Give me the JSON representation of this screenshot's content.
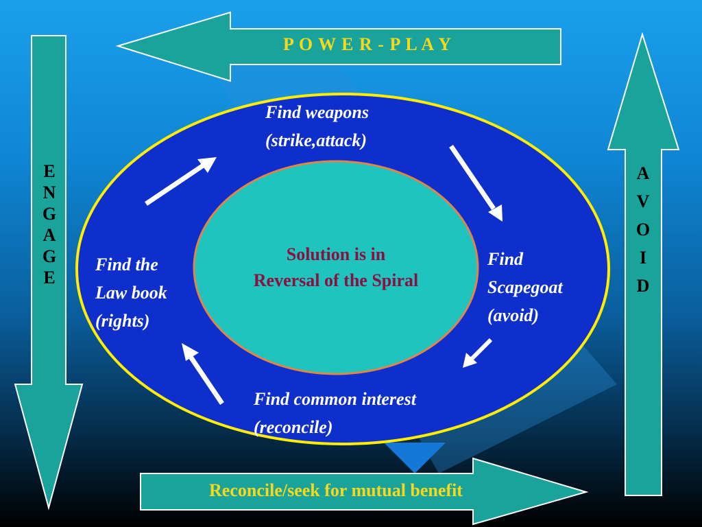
{
  "power_play": "P O W E R - P L A Y",
  "engage_letters": [
    "E",
    "N",
    "G",
    "A",
    "G",
    "E"
  ],
  "avoid_letters": [
    "A",
    "V",
    "O",
    "I",
    "D"
  ],
  "center_text": [
    "Solution is in",
    "Reversal of the Spiral"
  ],
  "nodes": {
    "top": [
      "Find weapons",
      "(strike,attack)"
    ],
    "right": [
      "Find",
      "Scapegoat",
      "(avoid)"
    ],
    "bottom": [
      "Find common interest",
      "(reconcile)"
    ],
    "left": [
      "Find the",
      "Law book",
      "(rights)"
    ]
  },
  "bottom_banner": "Reconcile/seek for mutual benefit",
  "colors": {
    "teal": "#1aa39a",
    "ellipse_blue": "#0f2fcd",
    "ellipse_border": "#ffee00",
    "inner_fill": "#1fc4be",
    "inner_border": "#e0854a",
    "accent_text": "#8b1040",
    "banner_text": "#f6d91a"
  }
}
